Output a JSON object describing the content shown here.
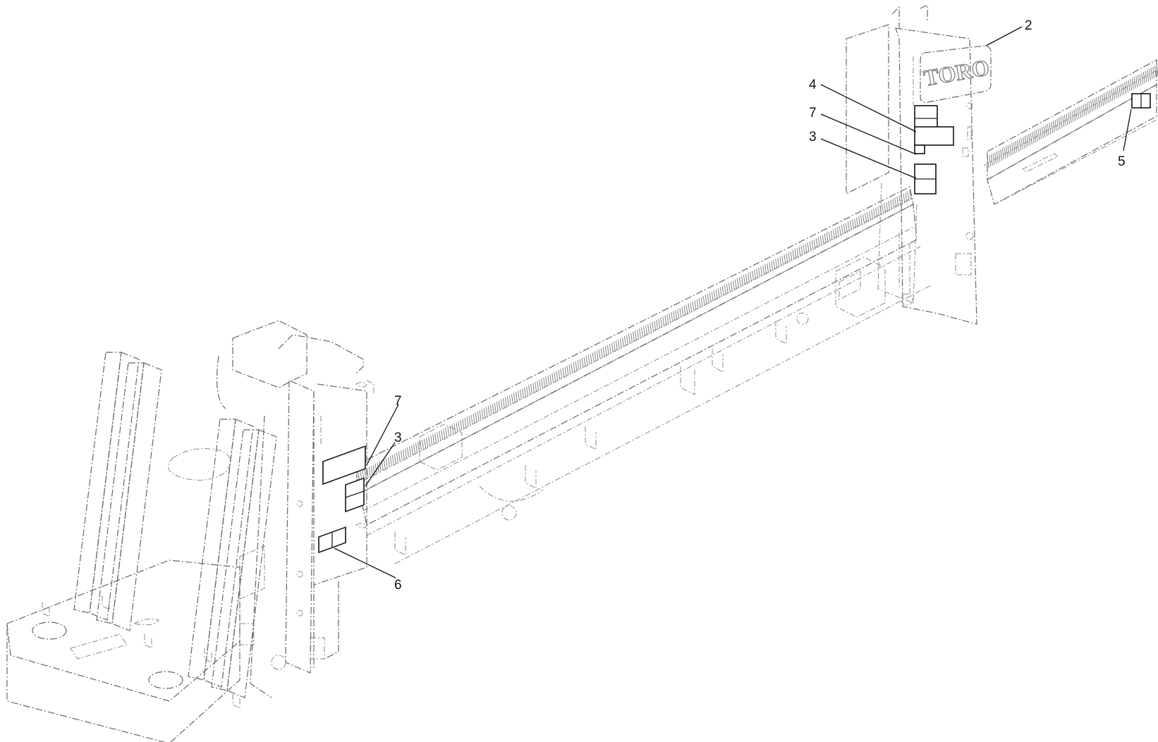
{
  "logo": {
    "text": "TORO"
  },
  "callouts": {
    "c2": "2",
    "c4": "4",
    "c7a": "7",
    "c3a": "3",
    "c5": "5",
    "c7b": "7",
    "c3b": "3",
    "c6": "6"
  }
}
